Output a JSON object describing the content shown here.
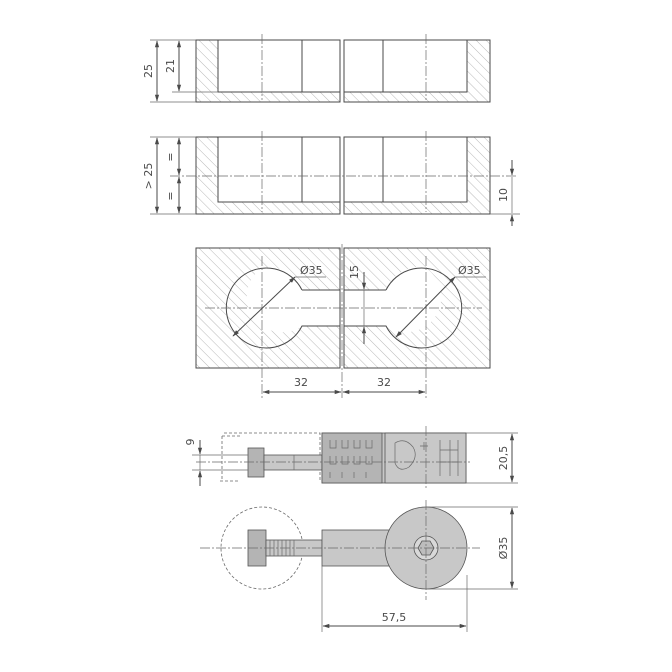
{
  "labels": {
    "top_depth_outer": "25",
    "top_depth_inner": "21",
    "mid_depth": "> 25",
    "mid_equal_top": "=",
    "mid_equal_bottom": "=",
    "mid_offset": "10",
    "bore_left_diameter": "Ø35",
    "bore_right_diameter": "Ø35",
    "channel_width": "15",
    "spacing_left": "32",
    "spacing_right": "32",
    "bolt_height": "9",
    "cam_height": "20,5",
    "cam_diameter": "Ø35",
    "overall_length": "57,5"
  },
  "colors": {
    "line": "#4a4a4a",
    "hatch": "#9a9a9a",
    "part_fill": "#c8c8c8"
  }
}
